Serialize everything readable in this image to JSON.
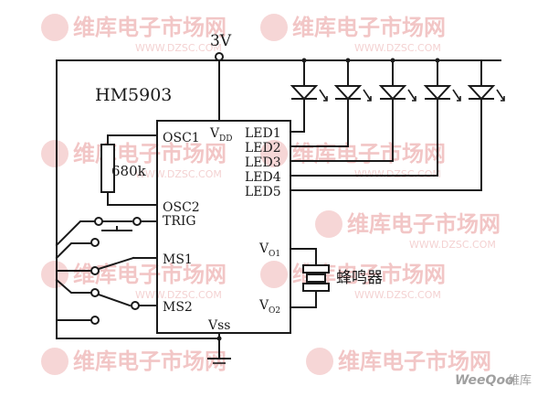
{
  "title": "HM5903",
  "supply": "3V",
  "ic": {
    "pins_left": [
      "OSC1",
      "OSC2",
      "TRIG",
      "MS1",
      "MS2"
    ],
    "pins_right": [
      "LED1",
      "LED2",
      "LED3",
      "LED4",
      "LED5"
    ],
    "vdd": "V",
    "vdd_sub": "DD",
    "vss": "Vss",
    "vo1": "V",
    "vo1_sub": "O1",
    "vo2": "V",
    "vo2_sub": "O2"
  },
  "resistor": "680k",
  "buzzer": "蜂鸣器",
  "watermark": {
    "brand": "维库电子市场网",
    "url": "WWW.DZSC.COM"
  },
  "source_logo": {
    "brand": "WeeQoo",
    "suffix": "维库"
  }
}
